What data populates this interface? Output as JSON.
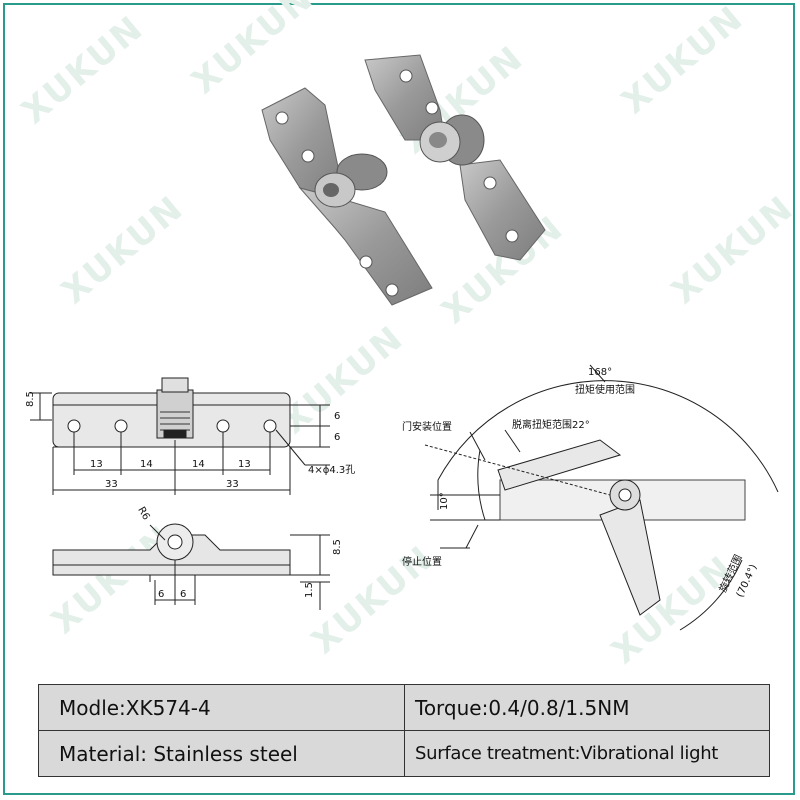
{
  "watermark": "XUKUN",
  "specs": {
    "model": "Modle:XK574-4",
    "torque": "Torque:0.4/0.8/1.5NM",
    "material": "Material: Stainless steel",
    "surface": "Surface treatment:Vibrational light"
  },
  "dims": {
    "h_8_5": "8.5",
    "v_6a": "6",
    "v_6b": "6",
    "w_13a": "13",
    "w_14a": "14",
    "w_14b": "14",
    "w_13b": "13",
    "w_33a": "33",
    "w_33b": "33",
    "holes": "4×ϕ4.3孔",
    "r6": "R6",
    "side_8_5": "8.5",
    "side_1_5": "1.5",
    "side_6a": "6",
    "side_6b": "6"
  },
  "angles": {
    "total": "168°",
    "torque_range": "扭矩使用范围",
    "door_pos": "门安装位置",
    "release": "脱离扭矩范围22°",
    "ten": "10°",
    "stop_pos": "停止位置",
    "rotate_range": "旋转范围",
    "rotate_value": "(70.4°)"
  }
}
